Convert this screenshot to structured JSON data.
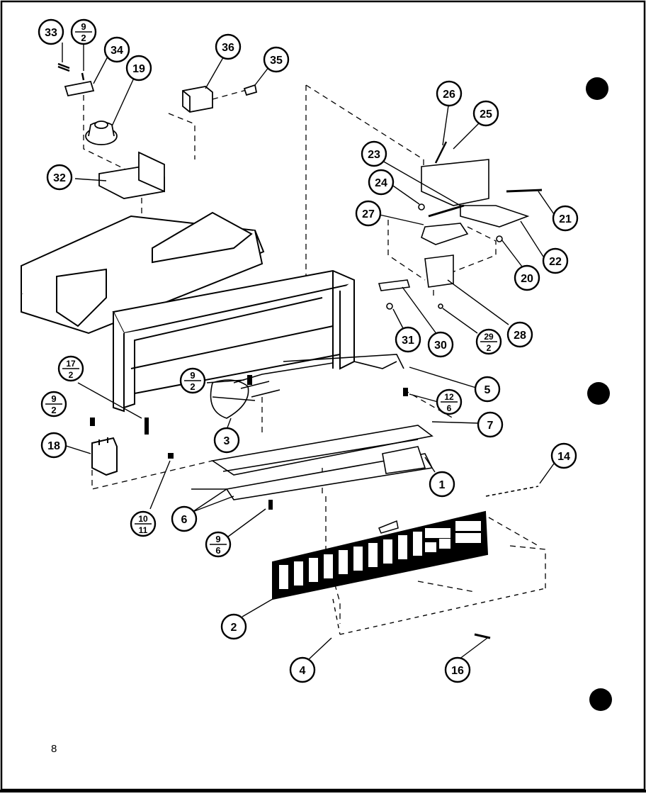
{
  "page_number": "8",
  "callouts": [
    {
      "id": "c33",
      "label": "33"
    },
    {
      "id": "c9-2a",
      "numerator": "9",
      "denominator": "2"
    },
    {
      "id": "c34",
      "label": "34"
    },
    {
      "id": "c19",
      "label": "19"
    },
    {
      "id": "c36",
      "label": "36"
    },
    {
      "id": "c35",
      "label": "35"
    },
    {
      "id": "c26",
      "label": "26"
    },
    {
      "id": "c25",
      "label": "25"
    },
    {
      "id": "c23",
      "label": "23"
    },
    {
      "id": "c24",
      "label": "24"
    },
    {
      "id": "c27",
      "label": "27"
    },
    {
      "id": "c21",
      "label": "21"
    },
    {
      "id": "c22",
      "label": "22"
    },
    {
      "id": "c20",
      "label": "20"
    },
    {
      "id": "c32",
      "label": "32"
    },
    {
      "id": "c31",
      "label": "31"
    },
    {
      "id": "c30",
      "label": "30"
    },
    {
      "id": "c29-2",
      "numerator": "29",
      "denominator": "2"
    },
    {
      "id": "c28",
      "label": "28"
    },
    {
      "id": "c17-2",
      "numerator": "17",
      "denominator": "2"
    },
    {
      "id": "c9-2b",
      "numerator": "9",
      "denominator": "2"
    },
    {
      "id": "c5",
      "label": "5"
    },
    {
      "id": "c12-6",
      "numerator": "12",
      "denominator": "6"
    },
    {
      "id": "c9-2c",
      "numerator": "9",
      "denominator": "2"
    },
    {
      "id": "c7",
      "label": "7"
    },
    {
      "id": "c3",
      "label": "3"
    },
    {
      "id": "c18",
      "label": "18"
    },
    {
      "id": "c14",
      "label": "14"
    },
    {
      "id": "c1",
      "label": "1"
    },
    {
      "id": "c10-11",
      "numerator": "10",
      "denominator": "11"
    },
    {
      "id": "c6",
      "label": "6"
    },
    {
      "id": "c9-6",
      "numerator": "9",
      "denominator": "6"
    },
    {
      "id": "c2",
      "label": "2"
    },
    {
      "id": "c4",
      "label": "4"
    },
    {
      "id": "c16",
      "label": "16"
    }
  ]
}
